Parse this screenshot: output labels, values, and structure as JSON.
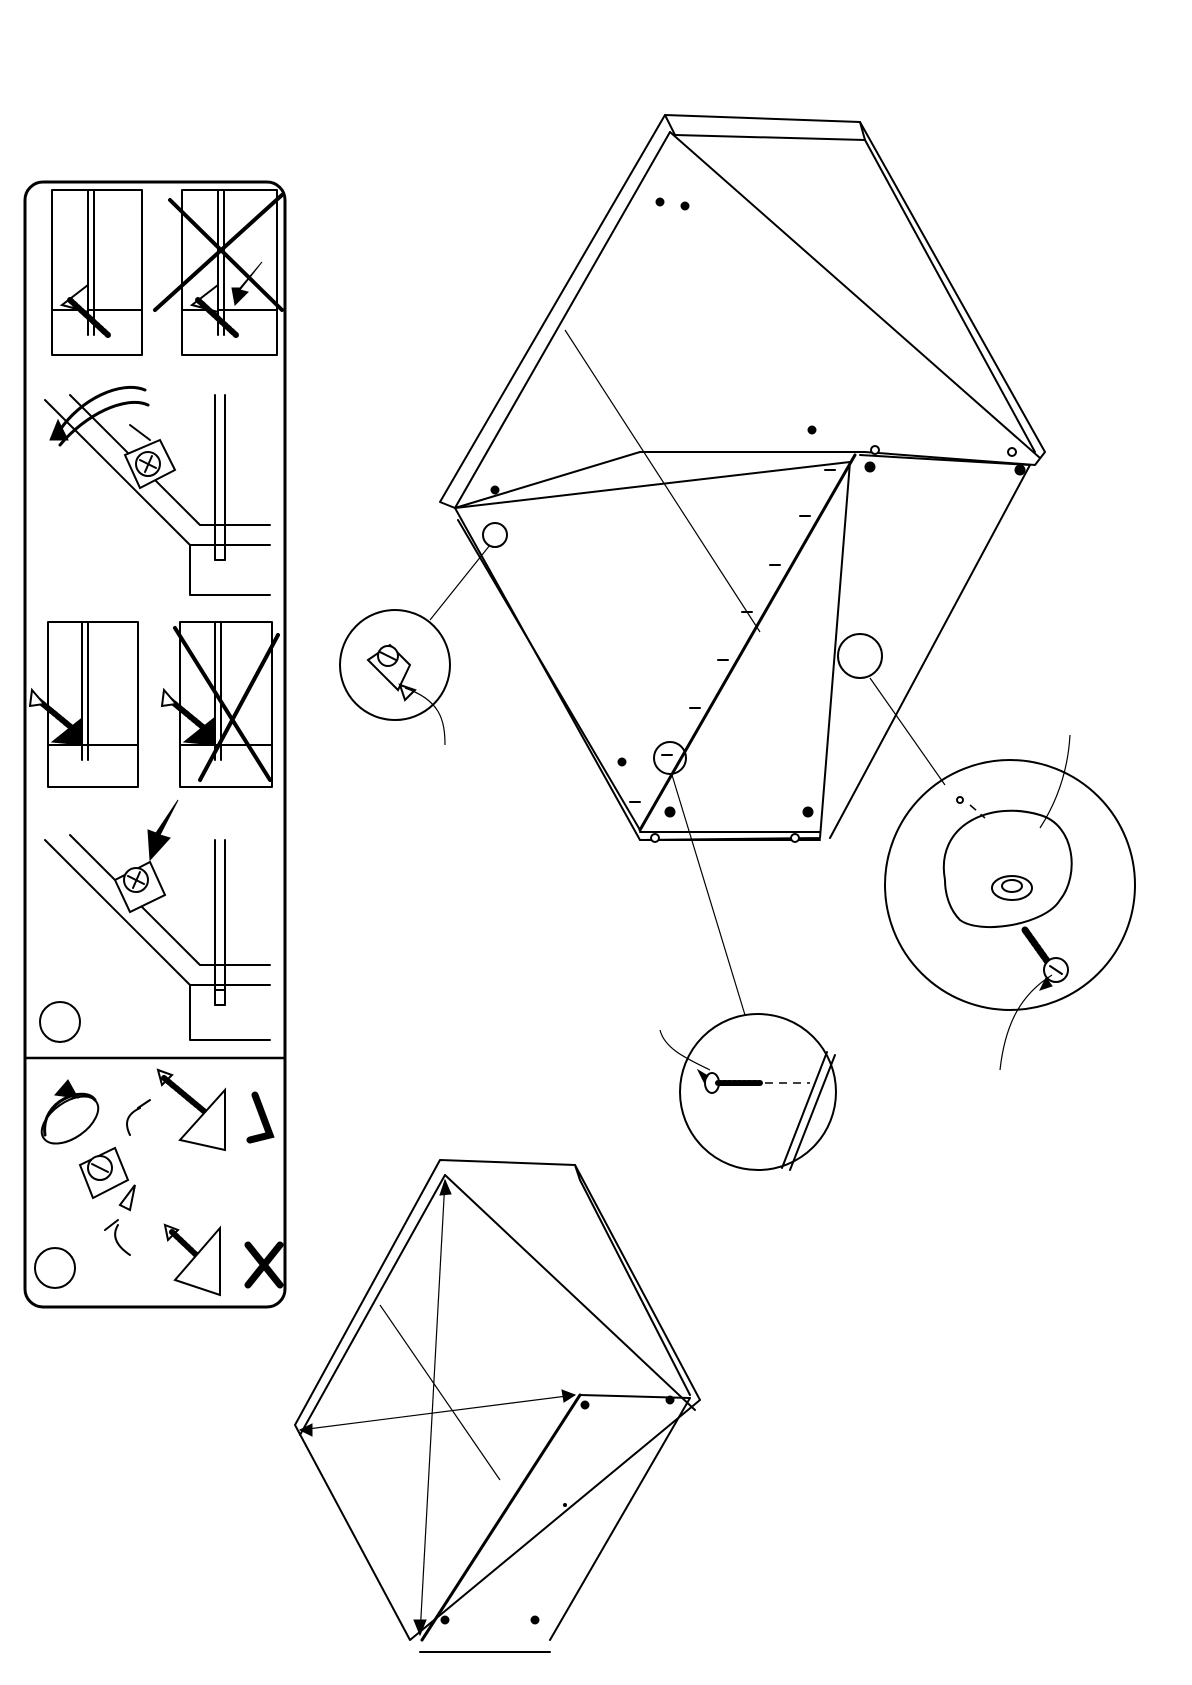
{
  "document": {
    "type": "assembly-instruction-page",
    "orientation": "rotated-90",
    "text_labels": []
  },
  "instruction_panel": {
    "steps": [
      {
        "id": "step-a",
        "circle_marker": true,
        "label": ""
      },
      {
        "id": "step-b",
        "circle_marker": true,
        "label": ""
      }
    ],
    "wrong_marker": "cross-icon",
    "correct_marker": "check-icon"
  },
  "callouts": [
    {
      "id": "cam-lock-detail",
      "icon": "cam-lock-icon"
    },
    {
      "id": "screw-detail",
      "icon": "screw-icon"
    },
    {
      "id": "foot-pad-detail",
      "icon": "foot-pad-icon"
    }
  ],
  "colors": {
    "ink": "#000000",
    "paper": "#ffffff"
  }
}
